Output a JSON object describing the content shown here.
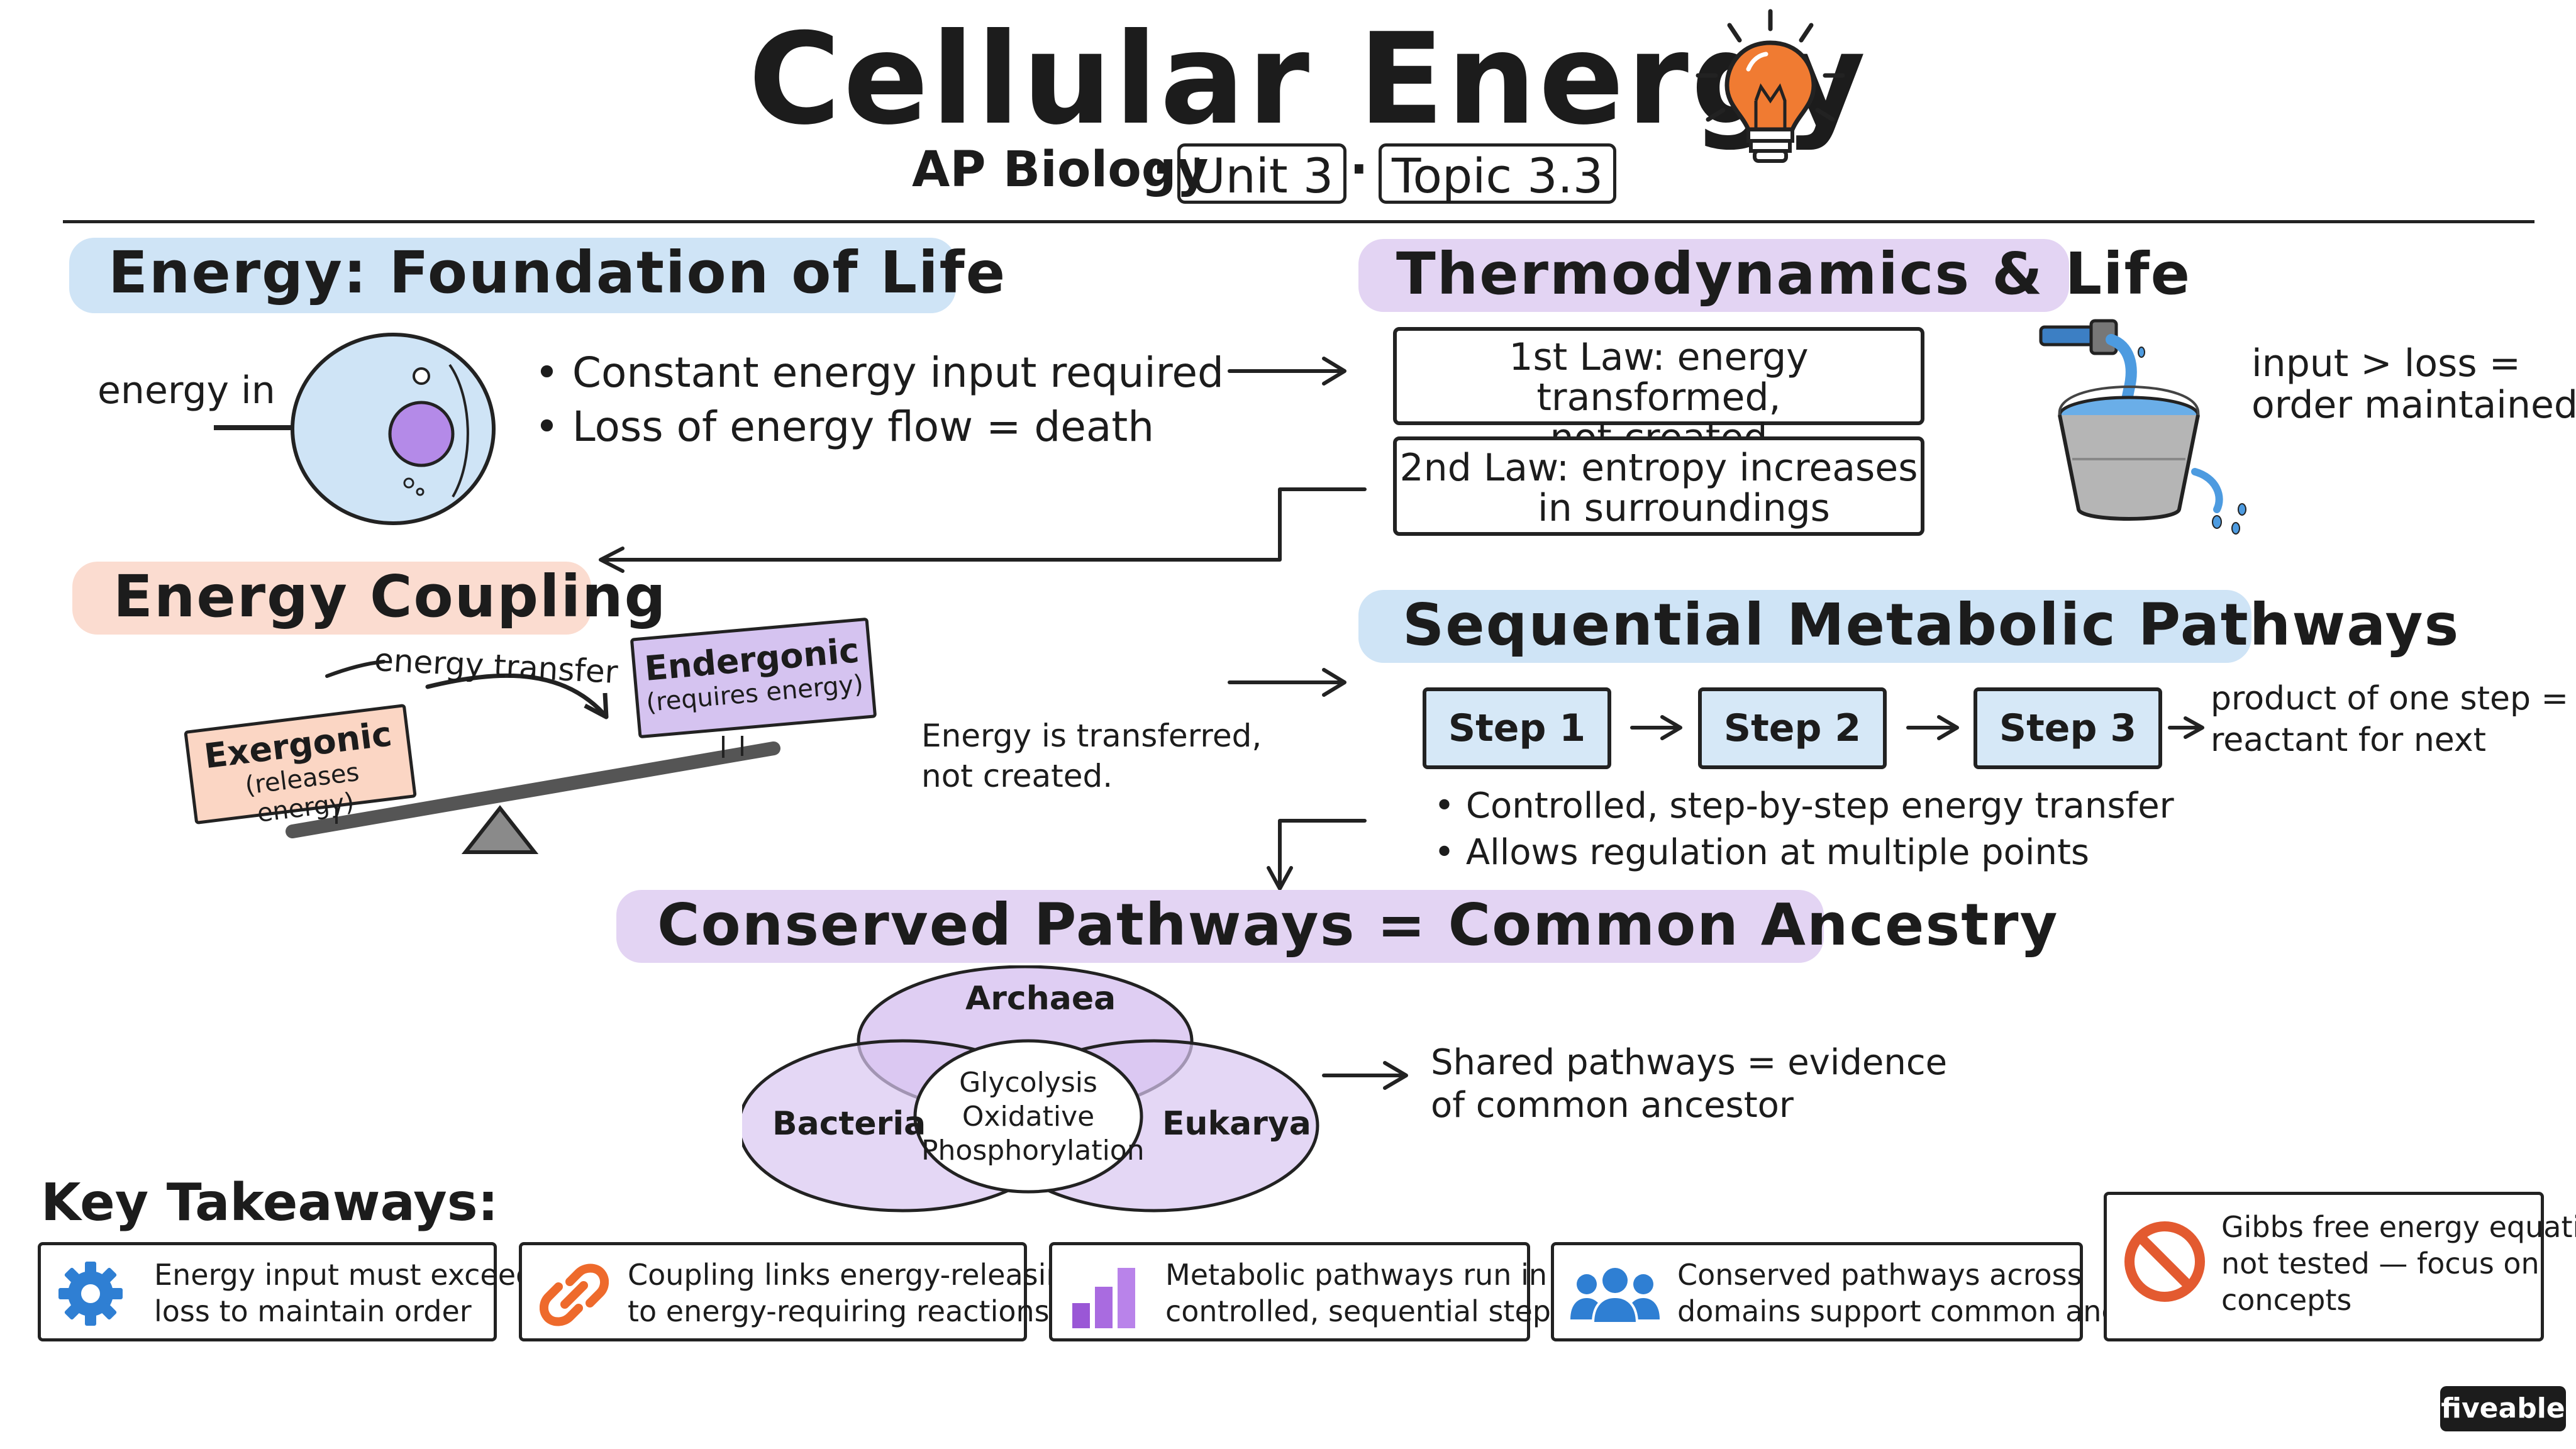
{
  "title": "Cellular Energy",
  "subtitle": {
    "prefix": "AP Biology",
    "unit": "Unit 3",
    "topic": "Topic 3.3",
    "sep": "·"
  },
  "colors": {
    "blue_highlight": "#cfe4f6",
    "purple_highlight": "#e3d4f3",
    "peach_highlight": "#fbdcd0",
    "step_fill": "#d6e8f7",
    "venn_fill": "#d9c6f1",
    "exergonic_fill": "#fbd6c4",
    "endergonic_fill": "#d5c3f0",
    "bulb_orange": "#f07b32",
    "accent_blue": "#2f7fd3",
    "accent_orange": "#ee6a2c",
    "accent_purple": "#9a57d6",
    "ban_red": "#e35a30"
  },
  "foundation": {
    "heading": "Energy: Foundation of Life",
    "energy_in_label": "energy in",
    "bullets": [
      "Constant energy input required",
      "Loss of energy flow = death"
    ]
  },
  "thermo": {
    "heading": "Thermodynamics & Life",
    "law1": [
      "1st Law: energy transformed,",
      "not created"
    ],
    "law2": [
      "2nd Law: entropy increases",
      "in surroundings"
    ],
    "note": [
      "input > loss =",
      "order maintained"
    ]
  },
  "coupling": {
    "heading": "Energy Coupling",
    "transfer_label": "energy transfer",
    "exergonic": {
      "title": "Exergonic",
      "sub": "(releases energy)"
    },
    "endergonic": {
      "title": "Endergonic",
      "sub": "(requires energy)"
    },
    "note": [
      "Energy is transferred,",
      "not created."
    ]
  },
  "sequential": {
    "heading": "Sequential Metabolic Pathways",
    "steps": [
      "Step 1",
      "Step 2",
      "Step 3"
    ],
    "product_note": [
      "product of one step =",
      "reactant for next"
    ],
    "bullets": [
      "Controlled, step-by-step energy transfer",
      "Allows regulation at multiple points"
    ]
  },
  "conserved": {
    "heading": "Conserved Pathways = Common Ancestry",
    "venn": {
      "top": "Archaea",
      "left": "Bacteria",
      "right": "Eukarya",
      "center": [
        "Glycolysis",
        "Oxidative",
        "Phosphorylation"
      ]
    },
    "note": [
      "Shared pathways = evidence",
      "of common ancestor"
    ]
  },
  "takeaways": {
    "heading": "Key Takeaways:",
    "items": [
      {
        "icon": "gear-icon",
        "lines": [
          "Energy input must exceed",
          "loss to maintain order"
        ]
      },
      {
        "icon": "link-icon",
        "lines": [
          "Coupling links energy-releasing",
          "to energy-requiring reactions"
        ]
      },
      {
        "icon": "bar-chart-icon",
        "lines": [
          "Metabolic pathways run in",
          "controlled, sequential steps"
        ]
      },
      {
        "icon": "people-icon",
        "lines": [
          "Conserved pathways across",
          "domains support common ancestry"
        ]
      },
      {
        "icon": "prohibited-icon",
        "lines": [
          "Gibbs free energy equation",
          "not tested — focus on",
          "concepts"
        ]
      }
    ]
  },
  "brand": "fiveable"
}
